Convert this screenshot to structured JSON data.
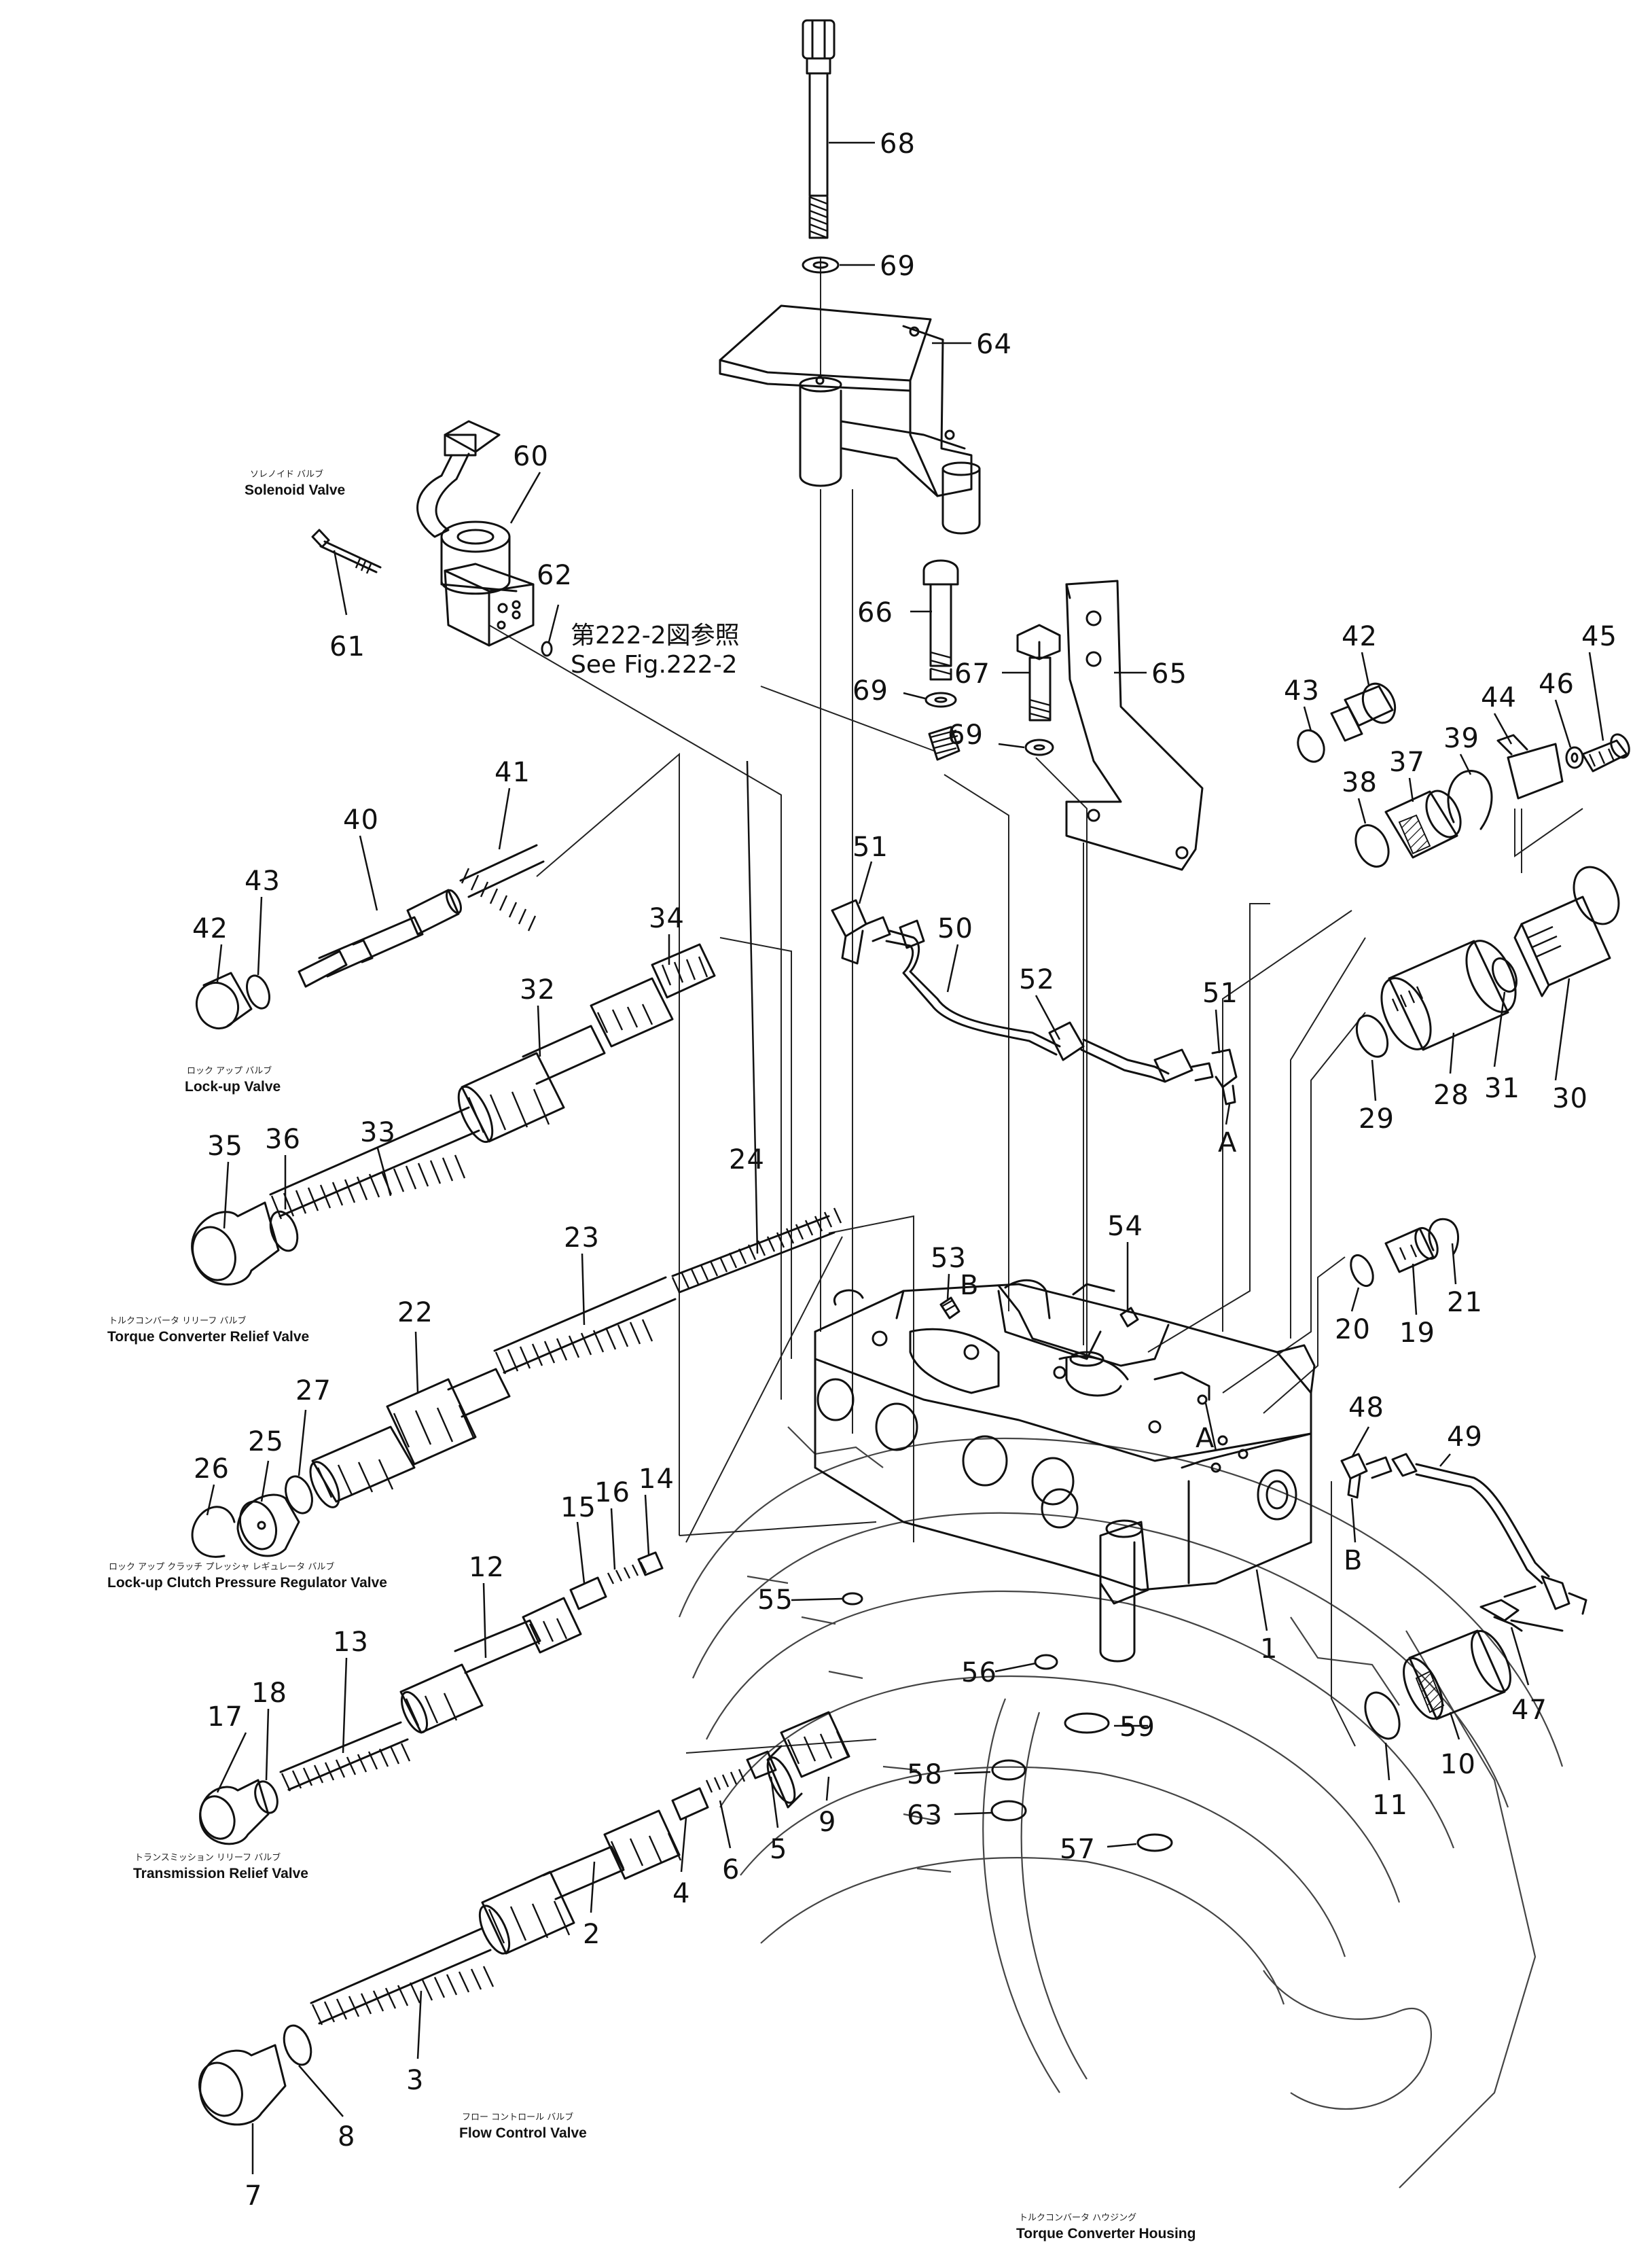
{
  "callouts": [
    {
      "id": "c68",
      "text": "68"
    },
    {
      "id": "c69a",
      "text": "69"
    },
    {
      "id": "c64",
      "text": "64"
    },
    {
      "id": "c60",
      "text": "60"
    },
    {
      "id": "c62",
      "text": "62"
    },
    {
      "id": "c61",
      "text": "61"
    },
    {
      "id": "c66",
      "text": "66"
    },
    {
      "id": "c69b",
      "text": "69"
    },
    {
      "id": "c67",
      "text": "67"
    },
    {
      "id": "c69c",
      "text": "69"
    },
    {
      "id": "c65",
      "text": "65"
    },
    {
      "id": "c43a",
      "text": "43"
    },
    {
      "id": "c42a",
      "text": "42"
    },
    {
      "id": "c45",
      "text": "45"
    },
    {
      "id": "c46",
      "text": "46"
    },
    {
      "id": "c44",
      "text": "44"
    },
    {
      "id": "c39",
      "text": "39"
    },
    {
      "id": "c37",
      "text": "37"
    },
    {
      "id": "c38",
      "text": "38"
    },
    {
      "id": "c41",
      "text": "41"
    },
    {
      "id": "c40",
      "text": "40"
    },
    {
      "id": "c42b",
      "text": "42"
    },
    {
      "id": "c43b",
      "text": "43"
    },
    {
      "id": "c51a",
      "text": "51"
    },
    {
      "id": "c50",
      "text": "50"
    },
    {
      "id": "c52",
      "text": "52"
    },
    {
      "id": "c51b",
      "text": "51"
    },
    {
      "id": "cA1",
      "text": "A"
    },
    {
      "id": "c34",
      "text": "34"
    },
    {
      "id": "c32",
      "text": "32"
    },
    {
      "id": "c30",
      "text": "30"
    },
    {
      "id": "c31",
      "text": "31"
    },
    {
      "id": "c28",
      "text": "28"
    },
    {
      "id": "c29",
      "text": "29"
    },
    {
      "id": "c33",
      "text": "33"
    },
    {
      "id": "c24",
      "text": "24"
    },
    {
      "id": "c35",
      "text": "35"
    },
    {
      "id": "c36",
      "text": "36"
    },
    {
      "id": "c23",
      "text": "23"
    },
    {
      "id": "c53",
      "text": "53"
    },
    {
      "id": "cB1",
      "text": "B"
    },
    {
      "id": "c54",
      "text": "54"
    },
    {
      "id": "c21",
      "text": "21"
    },
    {
      "id": "c19",
      "text": "19"
    },
    {
      "id": "c20",
      "text": "20"
    },
    {
      "id": "c22",
      "text": "22"
    },
    {
      "id": "c27",
      "text": "27"
    },
    {
      "id": "c25",
      "text": "25"
    },
    {
      "id": "c26",
      "text": "26"
    },
    {
      "id": "c48",
      "text": "48"
    },
    {
      "id": "c49",
      "text": "49"
    },
    {
      "id": "cA2",
      "text": "A"
    },
    {
      "id": "cB2",
      "text": "B"
    },
    {
      "id": "c14",
      "text": "14"
    },
    {
      "id": "c16",
      "text": "16"
    },
    {
      "id": "c15",
      "text": "15"
    },
    {
      "id": "c12",
      "text": "12"
    },
    {
      "id": "c55",
      "text": "55"
    },
    {
      "id": "c1",
      "text": "1"
    },
    {
      "id": "c13",
      "text": "13"
    },
    {
      "id": "c56",
      "text": "56"
    },
    {
      "id": "c59",
      "text": "59"
    },
    {
      "id": "c17",
      "text": "17"
    },
    {
      "id": "c18",
      "text": "18"
    },
    {
      "id": "c47",
      "text": "47"
    },
    {
      "id": "c10",
      "text": "10"
    },
    {
      "id": "c11",
      "text": "11"
    },
    {
      "id": "c58",
      "text": "58"
    },
    {
      "id": "c63",
      "text": "63"
    },
    {
      "id": "c57",
      "text": "57"
    },
    {
      "id": "c9",
      "text": "9"
    },
    {
      "id": "c5",
      "text": "5"
    },
    {
      "id": "c6",
      "text": "6"
    },
    {
      "id": "c4",
      "text": "4"
    },
    {
      "id": "c2",
      "text": "2"
    },
    {
      "id": "c3",
      "text": "3"
    },
    {
      "id": "c8",
      "text": "8"
    },
    {
      "id": "c7",
      "text": "7"
    }
  ],
  "labels": {
    "solenoid_valve": {
      "jp": "ソレノイド バルブ",
      "en": "Solenoid Valve"
    },
    "lockup_valve": {
      "jp": "ロック アップ バルブ",
      "en": "Lock-up Valve"
    },
    "tc_relief_valve": {
      "jp": "トルクコンバータ リリーフ バルブ",
      "en": "Torque Converter Relief Valve"
    },
    "lockup_clutch_prv": {
      "jp": "ロック アップ クラッチ プレッシャ レギュレータ バルブ",
      "en": "Lock-up Clutch Pressure Regulator Valve"
    },
    "transmission_relief": {
      "jp": "トランスミッション リリーフ バルブ",
      "en": "Transmission Relief Valve"
    },
    "flow_control": {
      "jp": "フロー コントロール バルブ",
      "en": "Flow Control Valve"
    },
    "tc_housing": {
      "jp": "トルクコンバータ ハウジング",
      "en": "Torque Converter Housing"
    }
  },
  "reference": {
    "jp": "第222-2図参照",
    "en": "See  Fig.222-2"
  }
}
